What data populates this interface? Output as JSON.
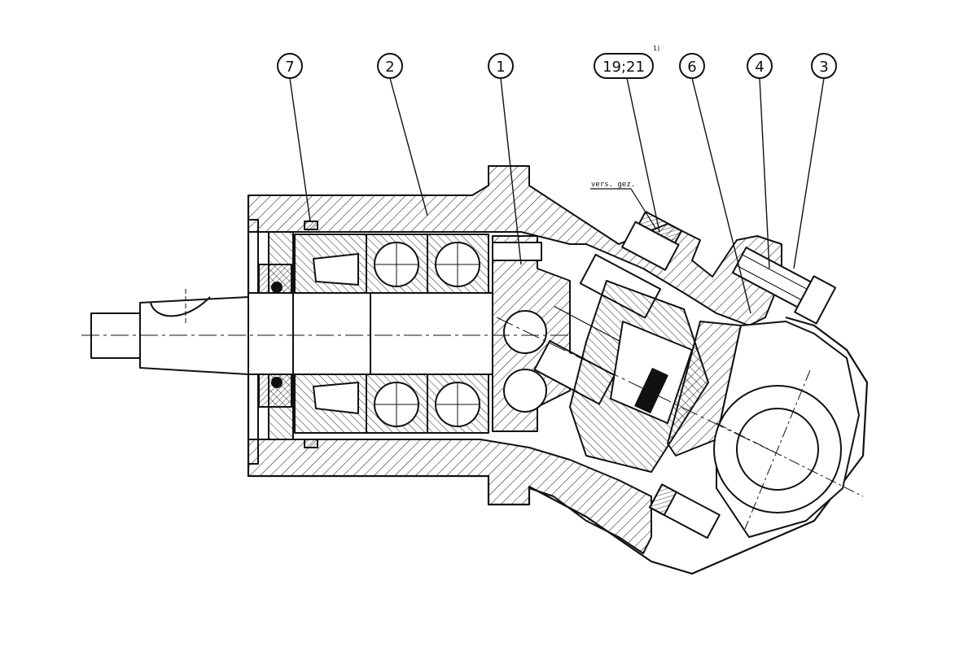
{
  "callouts": [
    {
      "id": "c7",
      "text": "7"
    },
    {
      "id": "c2",
      "text": "2"
    },
    {
      "id": "c1",
      "text": "1"
    },
    {
      "id": "c1921",
      "text": "19;21"
    },
    {
      "id": "c6",
      "text": "6"
    },
    {
      "id": "c4",
      "text": "4"
    },
    {
      "id": "c3",
      "text": "3"
    }
  ],
  "superscript": "1)",
  "note": "vers. gez.",
  "colors": {
    "line": "#111111",
    "background": "#ffffff"
  }
}
